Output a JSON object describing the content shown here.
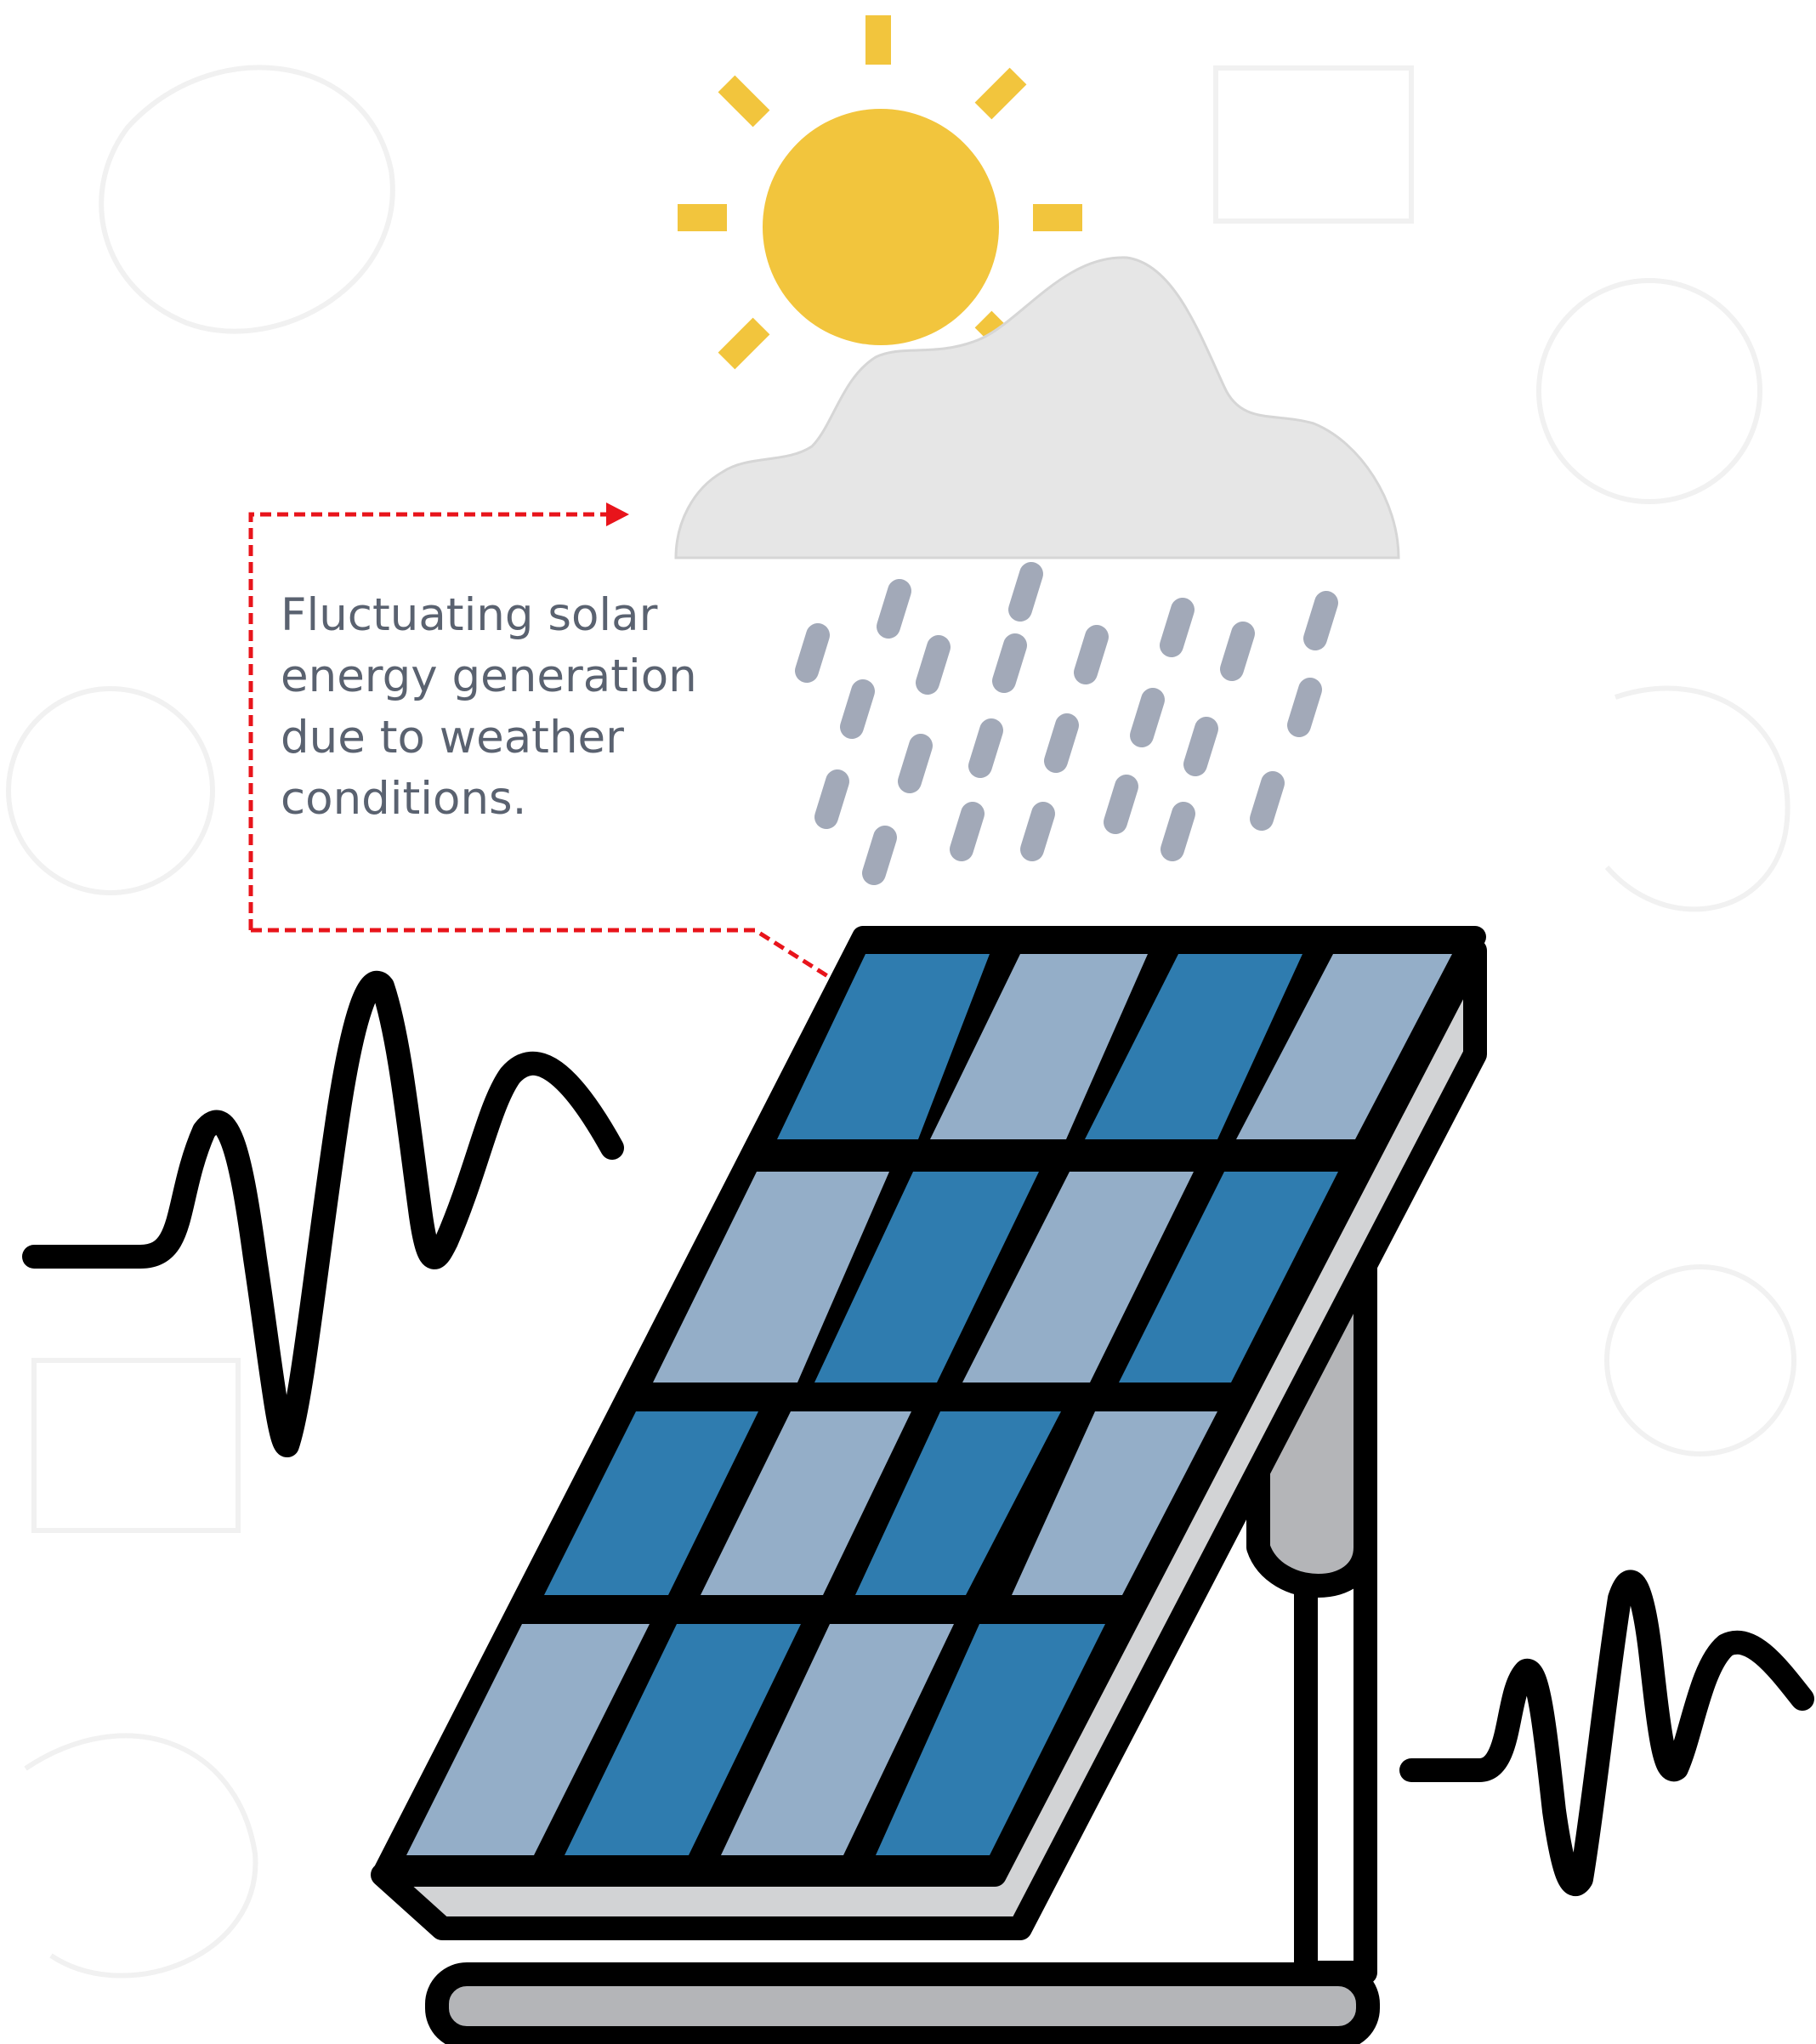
{
  "caption": {
    "lines": [
      "Fluctuating solar",
      "energy generation",
      "due to weather",
      "conditions."
    ]
  },
  "icons": [
    "sun-icon",
    "cloud-icon",
    "rain-icon",
    "solar-panel-icon",
    "waveform-icon"
  ],
  "colors": {
    "sun": "#f2c53d",
    "cloud": "#e6e6e6",
    "rain": "#a2a9b8",
    "panel_dark": "#2f7caf",
    "panel_light": "#94aec8",
    "outline": "#000000",
    "stand": "#b4b5b8",
    "callout": "#e8141b"
  }
}
